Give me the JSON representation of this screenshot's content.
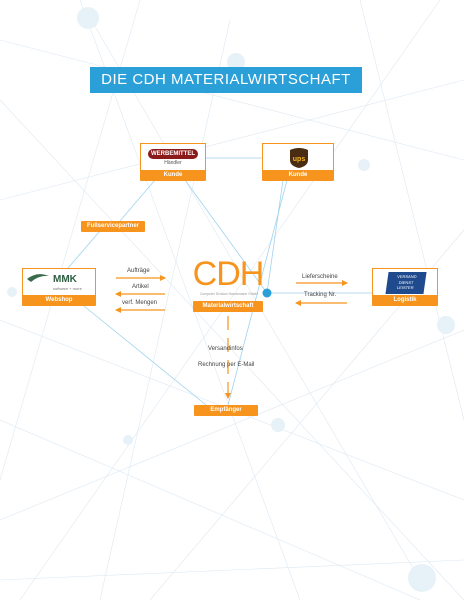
{
  "title": "DIE CDH MATERIALWIRTSCHAFT",
  "colors": {
    "accent": "#f7941d",
    "title_bg": "#2a9fd8",
    "line": "#9fd3ee",
    "dot": "#2a9fd8"
  },
  "nodes": {
    "werbemittel": {
      "logo_text": "WERBEMITTEL",
      "logo_sub": "Händler",
      "label": "Kunde"
    },
    "ups": {
      "logo_text": "ups",
      "label": "Kunde"
    },
    "fullservice": {
      "label": "Fullservicepartner"
    },
    "mmk": {
      "logo_text": "MMK",
      "logo_sub": "software + more",
      "label": "Webshop"
    },
    "cdh": {
      "logo_text": "CDH",
      "logo_sub": "Computer Division Harrasmann GmbH",
      "label": "Materialwirtschaft"
    },
    "logistik": {
      "logo_lines": [
        "VERSAND",
        "DIENST",
        "LEISTER"
      ],
      "label": "Logistik"
    },
    "empfaenger": {
      "label": "Empfänger"
    }
  },
  "arrows": {
    "auftraege": "Aufträge",
    "artikel": "Artikel",
    "mengen": "verf. Mengen",
    "lieferscheine": "Lieferscheine",
    "tracking": "Tracking Nr.",
    "versandinfos": "Versandinfos",
    "rechnung": "Rechnung per E-Mail"
  }
}
